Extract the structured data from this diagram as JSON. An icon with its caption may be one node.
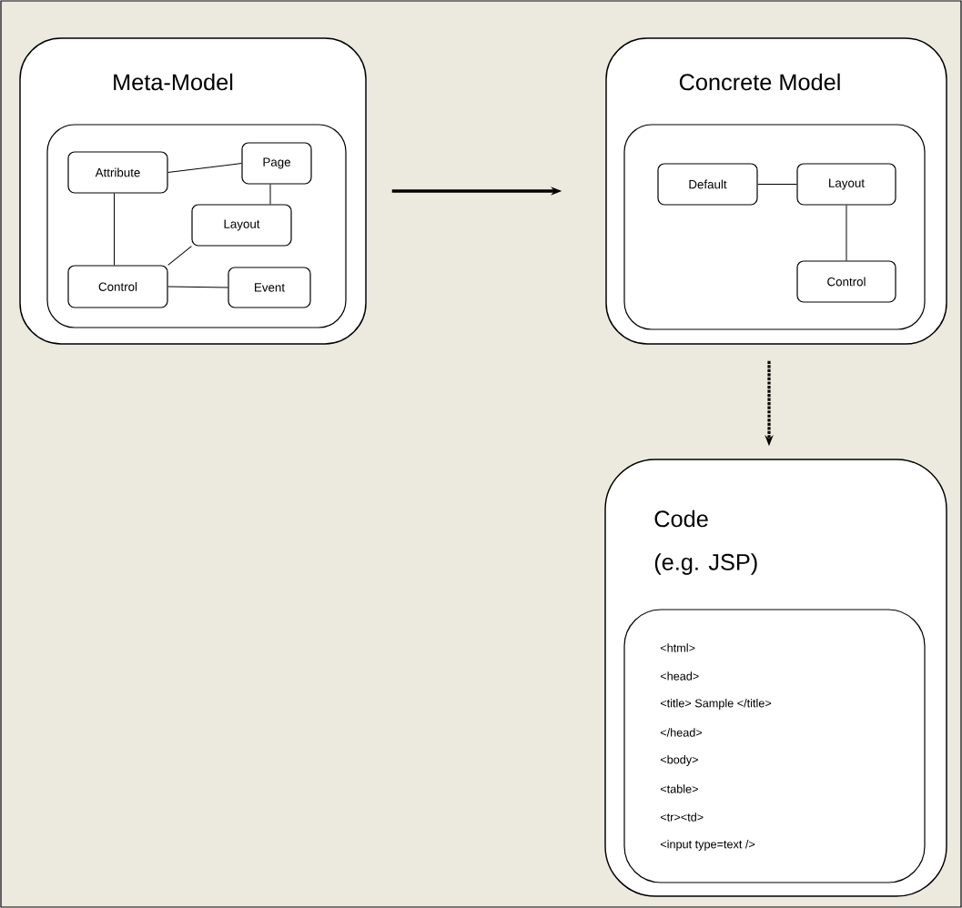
{
  "diagram": {
    "nodes": [
      {
        "text": [
          "Meta-Model"
        ]
      },
      {
        "text": [],
        "shape": "box",
        "in": 0
      },
      {
        "text": [
          "Attribute"
        ],
        "in": 1
      },
      {
        "text": [
          "Page"
        ],
        "in": 1
      },
      {
        "text": [
          "Layout"
        ],
        "in": 1
      },
      {
        "text": [
          "Control"
        ],
        "in": 1
      },
      {
        "text": [
          "Event"
        ],
        "in": 1
      },
      {
        "text": [
          "Concrete Model"
        ]
      },
      {
        "text": [],
        "shape": "box",
        "in": 7
      },
      {
        "text": [
          "Default"
        ],
        "in": 8
      },
      {
        "text": [
          "Layout"
        ],
        "in": 8
      },
      {
        "text": [
          "Control"
        ],
        "in": 8
      },
      {
        "text": [
          "Code",
          "(e.g. JSP)"
        ]
      },
      {
        "text": [
          "<html>",
          "<head>",
          "<title> Sample </title>",
          "</head>",
          "<body>",
          "<table>",
          "<tr><td>",
          "<input type=text />"
        ],
        "in": 12
      }
    ],
    "edges": [
      {
        "from": 2,
        "to": 3,
        "arrow": "none"
      },
      {
        "from": 3,
        "to": 4,
        "arrow": "none"
      },
      {
        "from": 2,
        "to": 5,
        "arrow": "none"
      },
      {
        "from": 5,
        "to": 4,
        "arrow": "none"
      },
      {
        "from": 5,
        "to": 6,
        "arrow": "none"
      },
      {
        "from": 9,
        "to": 10,
        "arrow": "none"
      },
      {
        "from": 10,
        "to": 11,
        "arrow": "none"
      },
      {
        "from": 0,
        "to": 7,
        "arrow": "to",
        "style": "thick"
      },
      {
        "from": 7,
        "to": 12,
        "arrow": "to",
        "style": "dashed"
      }
    ]
  }
}
